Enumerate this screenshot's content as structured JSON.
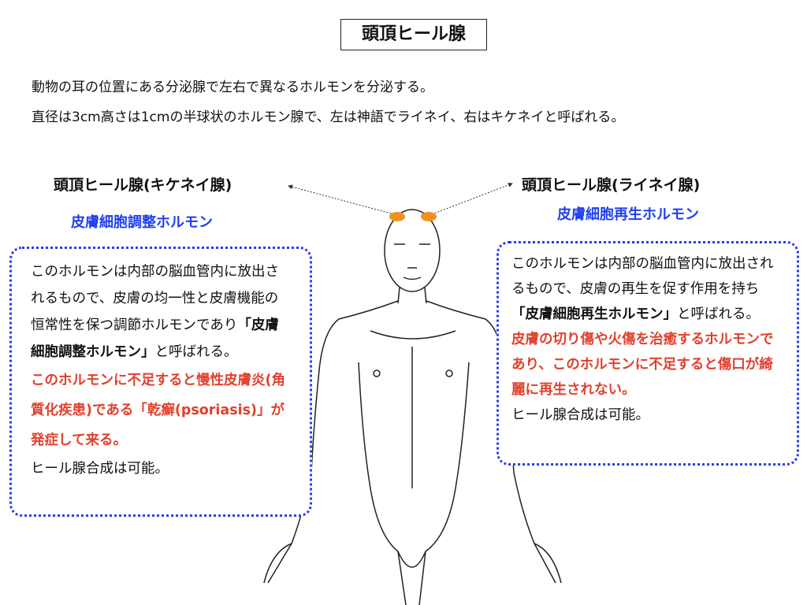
{
  "title": "頭頂ヒール腺",
  "intro": [
    "動物の耳の位置にある分泌腺で左右で異なるホルモンを分泌する。",
    "直径は3cm高さは1cmの半球状のホルモン腺で、左は神語でライネイ、右はキケネイと呼ばれる。"
  ],
  "left": {
    "label": "頭頂ヒール腺(キケネイ腺)",
    "subtitle": "皮膚細胞調整ホルモン",
    "text1": "このホルモンは内部の脳血管内に放出されるもので、皮膚の均一性と皮膚機能の恒常性を保つ調節ホルモンであり",
    "bold": "「皮膚細胞調整ホルモン」",
    "text2": "と呼ばれる。",
    "red": "このホルモンに不足すると慢性皮膚炎(角質化疾患)である「乾癬(psoriasis)」が発症して来る。",
    "note": "ヒール腺合成は可能。"
  },
  "right": {
    "label": "頭頂ヒール腺(ライネイ腺)",
    "subtitle": "皮膚細胞再生ホルモン",
    "text1": "このホルモンは内部の脳血管内に放出されるもので、皮膚の再生を促す作用を持ち",
    "bold": "「皮膚細胞再生ホルモン」",
    "text2": "と呼ばれる。",
    "red": "皮膚の切り傷や火傷を治癒するホルモンであり、このホルモンに不足すると傷口が綺麗に再生されない。",
    "note": "ヒール腺合成は可能。"
  },
  "colors": {
    "blue": "#1f3ff0",
    "red": "#e0412d",
    "gland": "#f0901e"
  }
}
